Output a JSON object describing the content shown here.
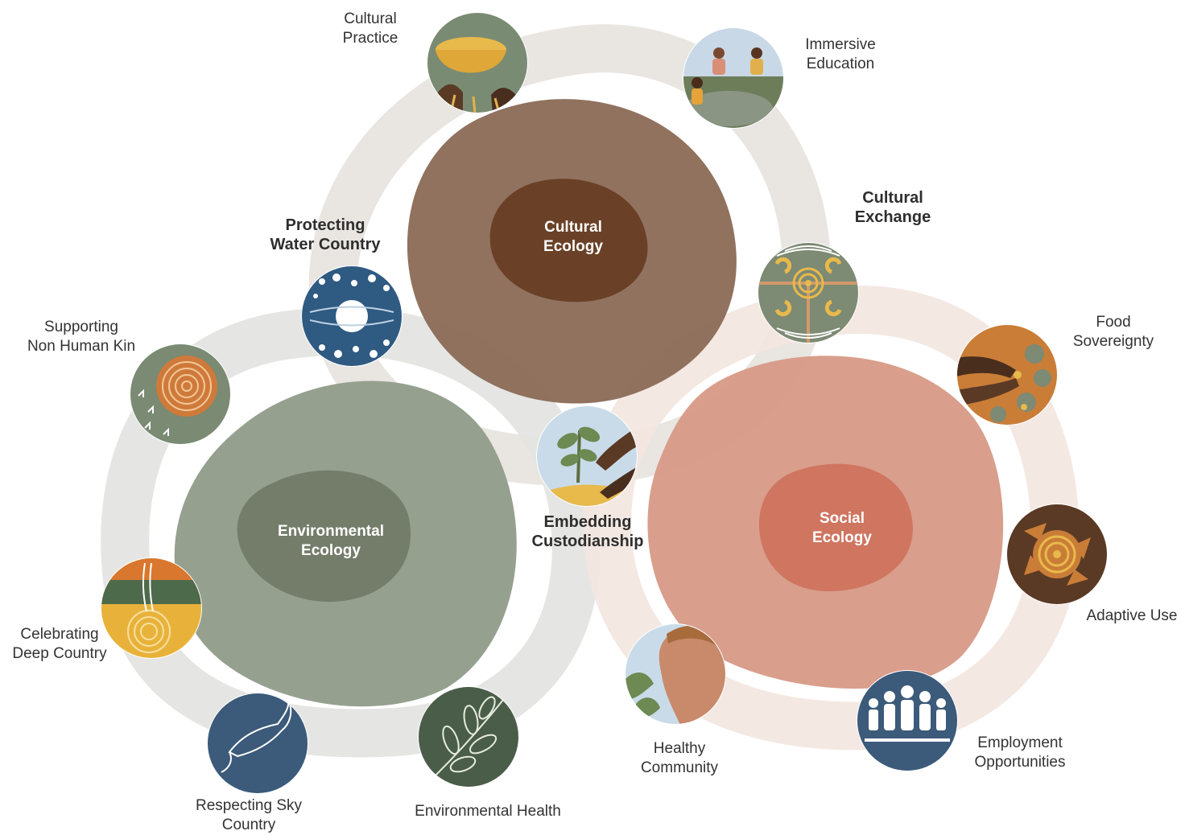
{
  "colors": {
    "cultural_ring": "#e7e3de",
    "environmental_ring": "#e3e4e1",
    "social_ring": "#f3e6e1",
    "cultural_outer": "#8b6c58",
    "cultural_inner": "#6a4126",
    "environmental_outer": "#96a08f",
    "environmental_inner": "#747d6a",
    "social_outer": "#d89b88",
    "social_inner": "#cf7560",
    "label_text": "#333333"
  },
  "ecologies": {
    "cultural": {
      "line1": "Cultural",
      "line2": "Ecology"
    },
    "environmental": {
      "line1": "Environmental",
      "line2": "Ecology"
    },
    "social": {
      "line1": "Social",
      "line2": "Ecology"
    }
  },
  "nodes": {
    "cultural_practice": {
      "line1": "Cultural",
      "line2": "Practice",
      "icon": "bowl-hands-icon"
    },
    "immersive_education": {
      "line1": "Immersive",
      "line2": "Education",
      "icon": "group-learning-icon"
    },
    "cultural_exchange": {
      "line1": "Cultural",
      "line2": "Exchange",
      "icon": "meeting-place-symbol-icon"
    },
    "protecting_water_country": {
      "line1": "Protecting",
      "line2": "Water Country",
      "icon": "water-dots-icon"
    },
    "supporting_non_human_kin": {
      "line1": "Supporting",
      "line2": "Non Human Kin",
      "icon": "concentric-tracks-icon"
    },
    "embedding_custodianship": {
      "line1": "Embedding",
      "line2": "Custodianship",
      "icon": "planting-seedling-icon"
    },
    "food_sovereignty": {
      "line1": "Food",
      "line2": "Sovereignty",
      "icon": "hands-harvest-icon"
    },
    "adaptive_use": {
      "line1": "Adaptive Use",
      "icon": "cycle-arrows-icon"
    },
    "celebrating_deep_country": {
      "line1": "Celebrating",
      "line2": "Deep Country",
      "icon": "landscape-rings-icon"
    },
    "healthy_community": {
      "line1": "Healthy",
      "line2": "Community",
      "icon": "face-breathing-icon"
    },
    "employment_opportunities": {
      "line1": "Employment",
      "line2": "Opportunities",
      "icon": "people-group-icon"
    },
    "respecting_sky_country": {
      "line1": "Respecting Sky",
      "line2": "Country",
      "icon": "bird-flight-icon"
    },
    "environmental_health": {
      "line1": "Environmental Health",
      "icon": "leafy-branch-icon"
    }
  }
}
